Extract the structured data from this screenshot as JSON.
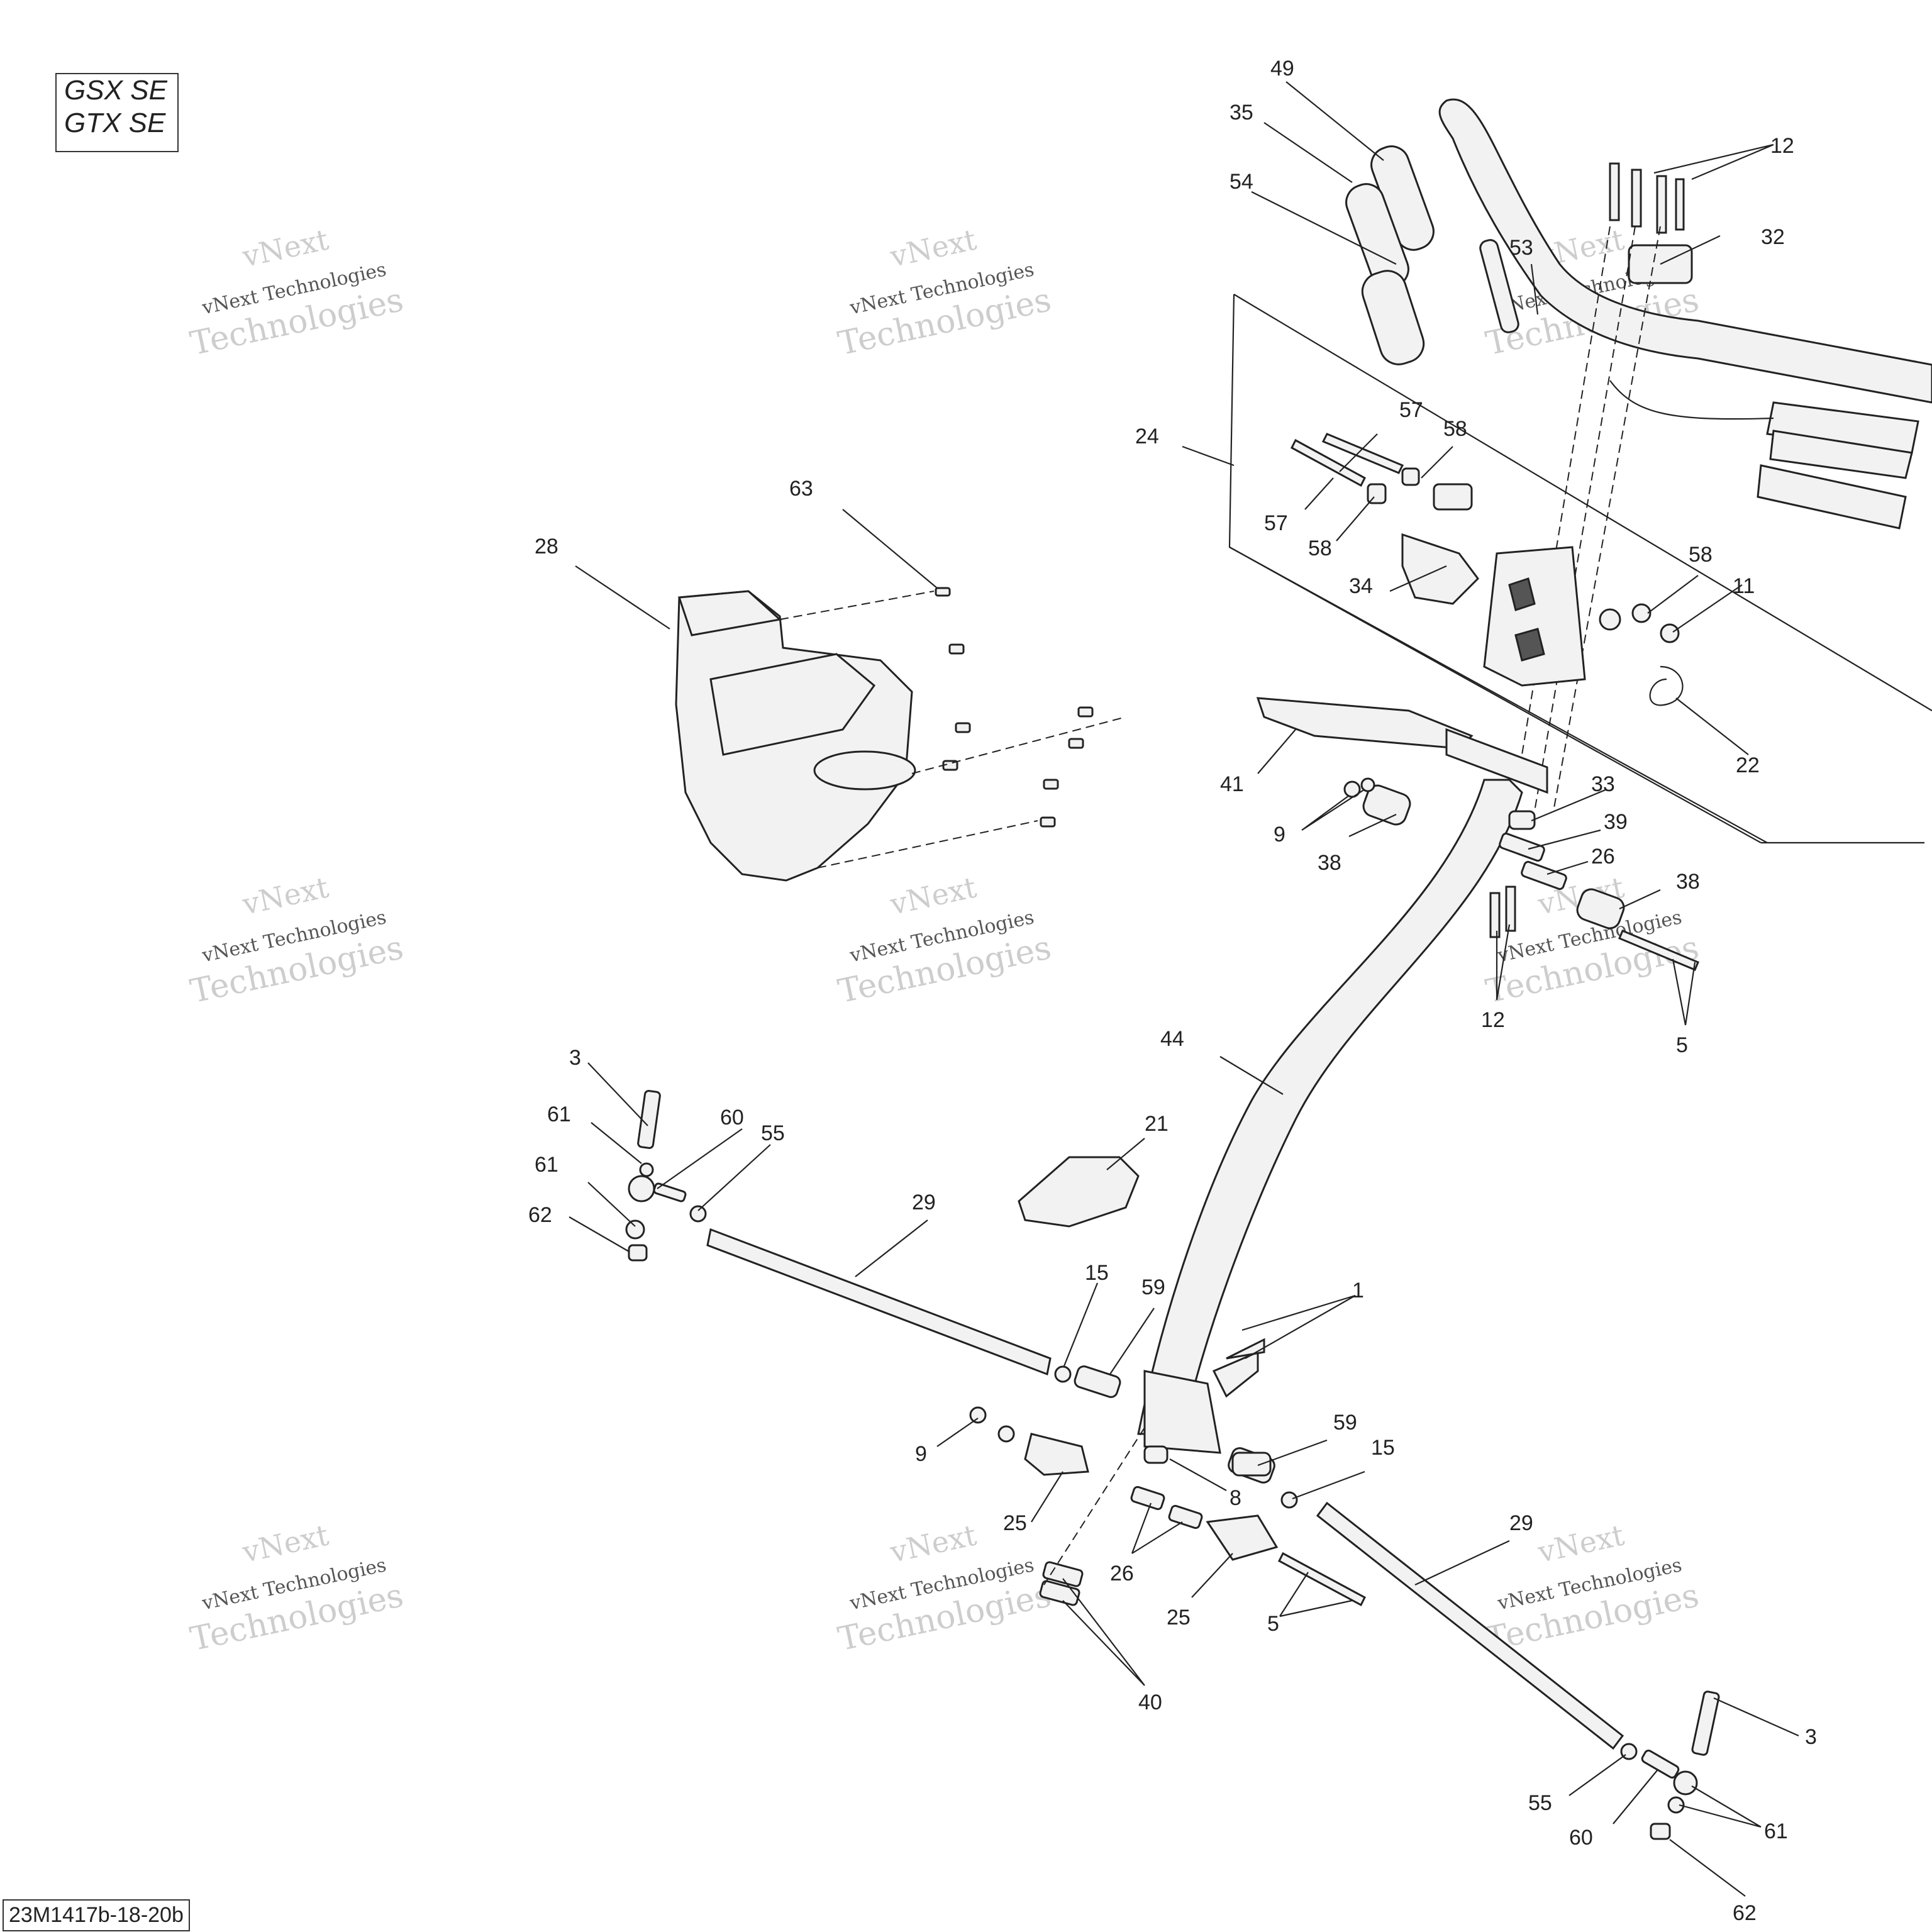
{
  "models": [
    "GSX SE",
    "GTX SE"
  ],
  "diagram_code": "23M1417b-18-20b",
  "watermark": {
    "line1": "vNext",
    "line2": "vNext Technologies",
    "line3": "Technologies"
  },
  "callouts": {
    "c49": "49",
    "c35": "35",
    "c54": "54",
    "c53": "53",
    "c12a": "12",
    "c32": "32",
    "c24": "24",
    "c57a": "57",
    "c58a": "58",
    "c57b": "57",
    "c58b": "58",
    "c34": "34",
    "c58c": "58",
    "c11": "11",
    "c22": "22",
    "c63": "63",
    "c28": "28",
    "c41": "41",
    "c9a": "9",
    "c38a": "38",
    "c33": "33",
    "c39": "39",
    "c26a": "26",
    "c38b": "38",
    "c12b": "12",
    "c5a": "5",
    "c44": "44",
    "c3a": "3",
    "c61a": "61",
    "c60a": "60",
    "c55a": "55",
    "c61b": "61",
    "c62a": "62",
    "c29a": "29",
    "c21": "21",
    "c15a": "15",
    "c59a": "59",
    "c1": "1",
    "c9b": "9",
    "c59b": "59",
    "c15b": "15",
    "c8": "8",
    "c25a": "25",
    "c29b": "29",
    "c26b": "26",
    "c25b": "25",
    "c5b": "5",
    "c40": "40",
    "c3b": "3",
    "c55b": "55",
    "c60b": "60",
    "c61c": "61",
    "c62b": "62"
  }
}
